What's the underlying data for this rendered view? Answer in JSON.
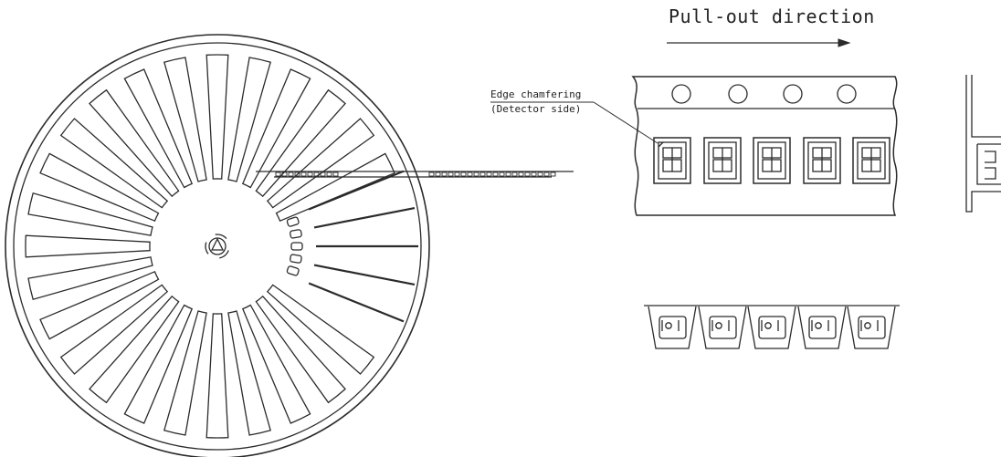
{
  "diagram": {
    "title": "Pull-out direction",
    "chamfer_label_line1": "Edge chamfering",
    "chamfer_label_line2": "(Detector side)"
  },
  "colors": {
    "line": "#2b2b2b",
    "background": "#ffffff"
  }
}
